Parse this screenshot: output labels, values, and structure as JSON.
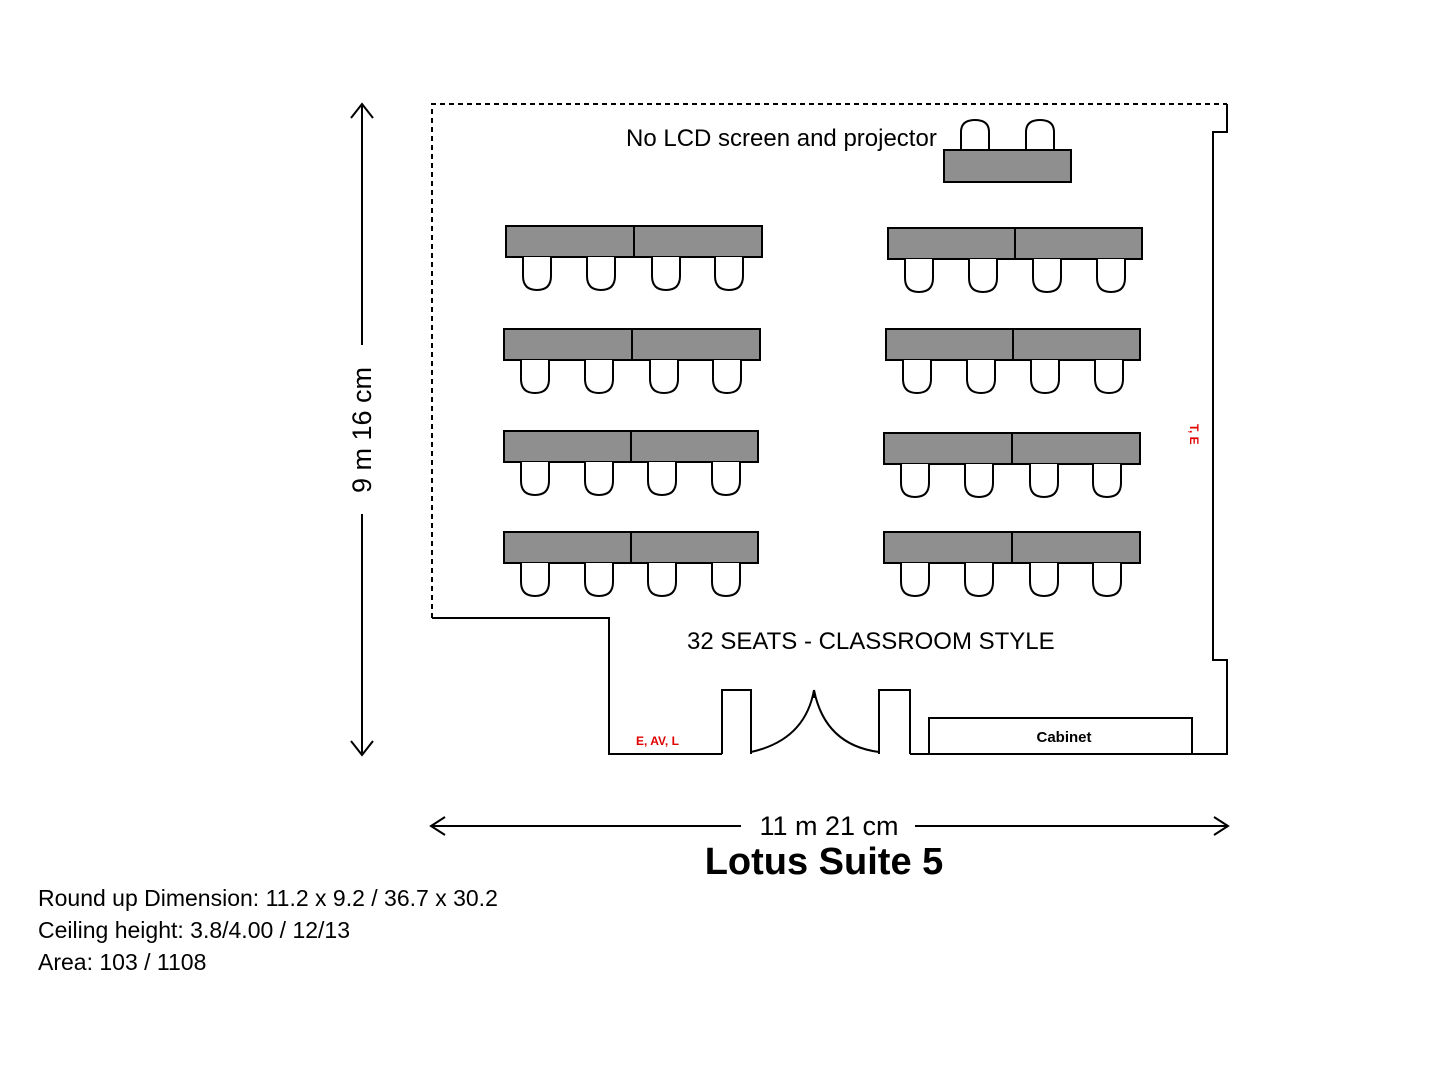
{
  "floorplan": {
    "title": "Lotus Suite 5",
    "top_note": "No LCD screen and projector",
    "capacity_label": "32 SEATS - CLASSROOM STYLE",
    "height_dimension": "9 m 16 cm",
    "width_dimension": "11 m 21 cm",
    "door_label": "E, AV, L",
    "right_wall_label": "T, E",
    "cabinet_label": "Cabinet"
  },
  "info": {
    "dimension": "Round up Dimension: 11.2 x 9.2 / 36.7 x 30.2",
    "ceiling": "Ceiling height: 3.8/4.00 / 12/13",
    "area": "Area: 103 / 1108"
  },
  "colors": {
    "table_fill": "#8f8f8f",
    "label_red": "#e00000"
  },
  "furniture": {
    "desk_rows_per_side": 4,
    "chairs_per_row": 4,
    "seat_count": 32
  }
}
